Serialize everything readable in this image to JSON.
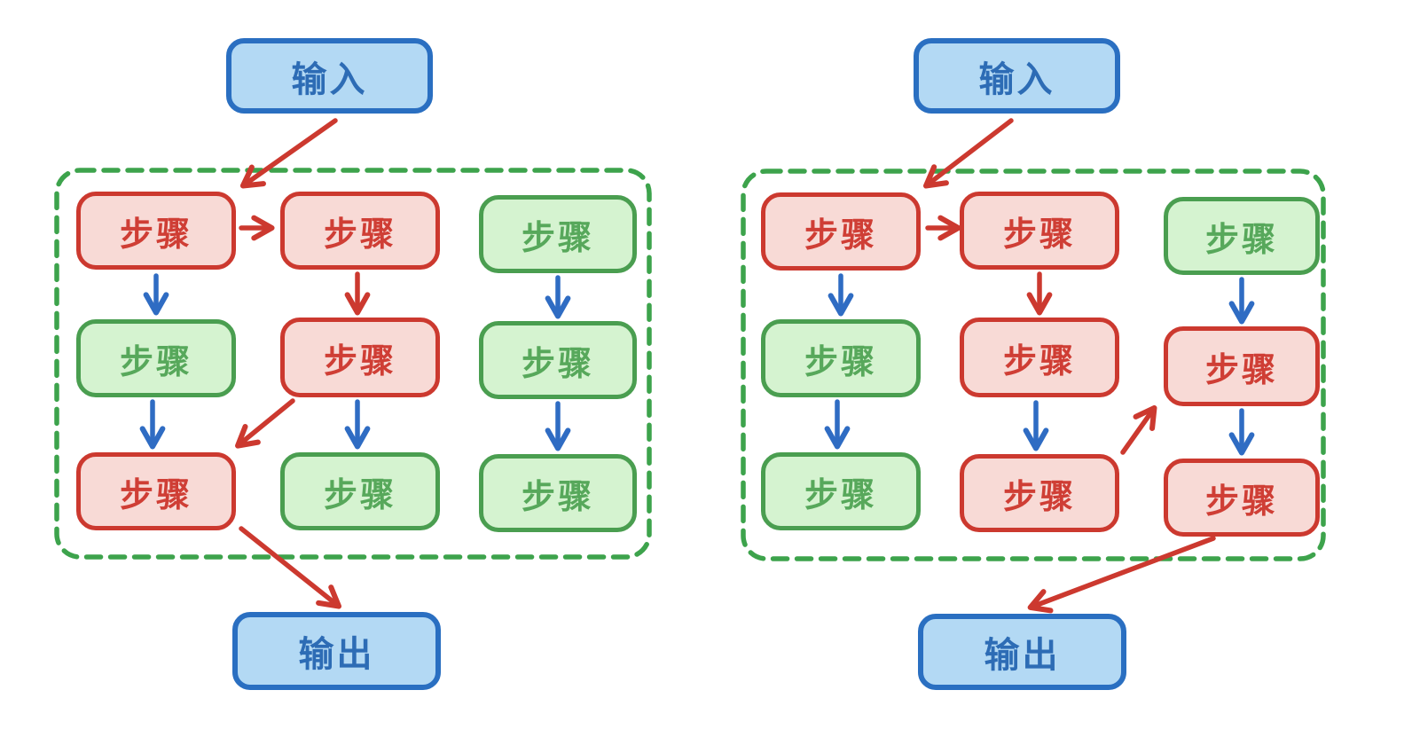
{
  "palette": {
    "step_red_border": "#cc392f",
    "step_red_fill": "#f8dad6",
    "step_red_text": "#cf3e35",
    "step_green_border": "#4a9e50",
    "step_green_fill": "#d5f3d0",
    "step_green_text": "#57a85b",
    "io_border": "#2a6fc1",
    "io_fill": "#b3d9f4",
    "io_text": "#2d6cb5",
    "boundary_dashed_green": "#3da34c",
    "arrow_red": "#cc392f",
    "arrow_blue": "#2f6cc3",
    "background": "#ffffff"
  },
  "diagrams": [
    {
      "id": "pipeline-left",
      "input": {
        "label": "输入"
      },
      "output": {
        "label": "输出"
      },
      "grid": [
        [
          {
            "label": "步骤",
            "variant": "red"
          },
          {
            "label": "步骤",
            "variant": "red"
          },
          {
            "label": "步骤",
            "variant": "green"
          }
        ],
        [
          {
            "label": "步骤",
            "variant": "green"
          },
          {
            "label": "步骤",
            "variant": "red"
          },
          {
            "label": "步骤",
            "variant": "green"
          }
        ],
        [
          {
            "label": "步骤",
            "variant": "red"
          },
          {
            "label": "步骤",
            "variant": "green"
          },
          {
            "label": "步骤",
            "variant": "green"
          }
        ]
      ],
      "edges": [
        {
          "from": "input",
          "to": "step-r1c1",
          "color": "red"
        },
        {
          "from": "step-r1c1",
          "to": "step-r1c2",
          "color": "red"
        },
        {
          "from": "step-r1c1",
          "to": "step-r2c1",
          "color": "blue"
        },
        {
          "from": "step-r1c2",
          "to": "step-r2c2",
          "color": "red"
        },
        {
          "from": "step-r1c3",
          "to": "step-r2c3",
          "color": "blue"
        },
        {
          "from": "step-r2c1",
          "to": "step-r3c1",
          "color": "blue"
        },
        {
          "from": "step-r2c2",
          "to": "step-r3c1",
          "color": "red"
        },
        {
          "from": "step-r2c2",
          "to": "step-r3c2",
          "color": "blue"
        },
        {
          "from": "step-r2c3",
          "to": "step-r3c3",
          "color": "blue"
        },
        {
          "from": "step-r3c1",
          "to": "output",
          "color": "red"
        }
      ]
    },
    {
      "id": "pipeline-right",
      "input": {
        "label": "输入"
      },
      "output": {
        "label": "输出"
      },
      "grid": [
        [
          {
            "label": "步骤",
            "variant": "red"
          },
          {
            "label": "步骤",
            "variant": "red"
          },
          {
            "label": "步骤",
            "variant": "green"
          }
        ],
        [
          {
            "label": "步骤",
            "variant": "green"
          },
          {
            "label": "步骤",
            "variant": "red"
          },
          {
            "label": "步骤",
            "variant": "red"
          }
        ],
        [
          {
            "label": "步骤",
            "variant": "green"
          },
          {
            "label": "步骤",
            "variant": "red"
          },
          {
            "label": "步骤",
            "variant": "red"
          }
        ]
      ],
      "edges": [
        {
          "from": "input",
          "to": "step-r1c1",
          "color": "red"
        },
        {
          "from": "step-r1c1",
          "to": "step-r1c2",
          "color": "red"
        },
        {
          "from": "step-r1c1",
          "to": "step-r2c1",
          "color": "blue"
        },
        {
          "from": "step-r1c2",
          "to": "step-r2c2",
          "color": "red"
        },
        {
          "from": "step-r1c3",
          "to": "step-r2c3",
          "color": "blue"
        },
        {
          "from": "step-r2c1",
          "to": "step-r3c1",
          "color": "blue"
        },
        {
          "from": "step-r2c2",
          "to": "step-r3c2",
          "color": "blue"
        },
        {
          "from": "step-r3c2",
          "to": "step-r2c3",
          "color": "red"
        },
        {
          "from": "step-r2c3",
          "to": "step-r3c3",
          "color": "blue"
        },
        {
          "from": "step-r3c3",
          "to": "output",
          "color": "red"
        }
      ]
    }
  ]
}
